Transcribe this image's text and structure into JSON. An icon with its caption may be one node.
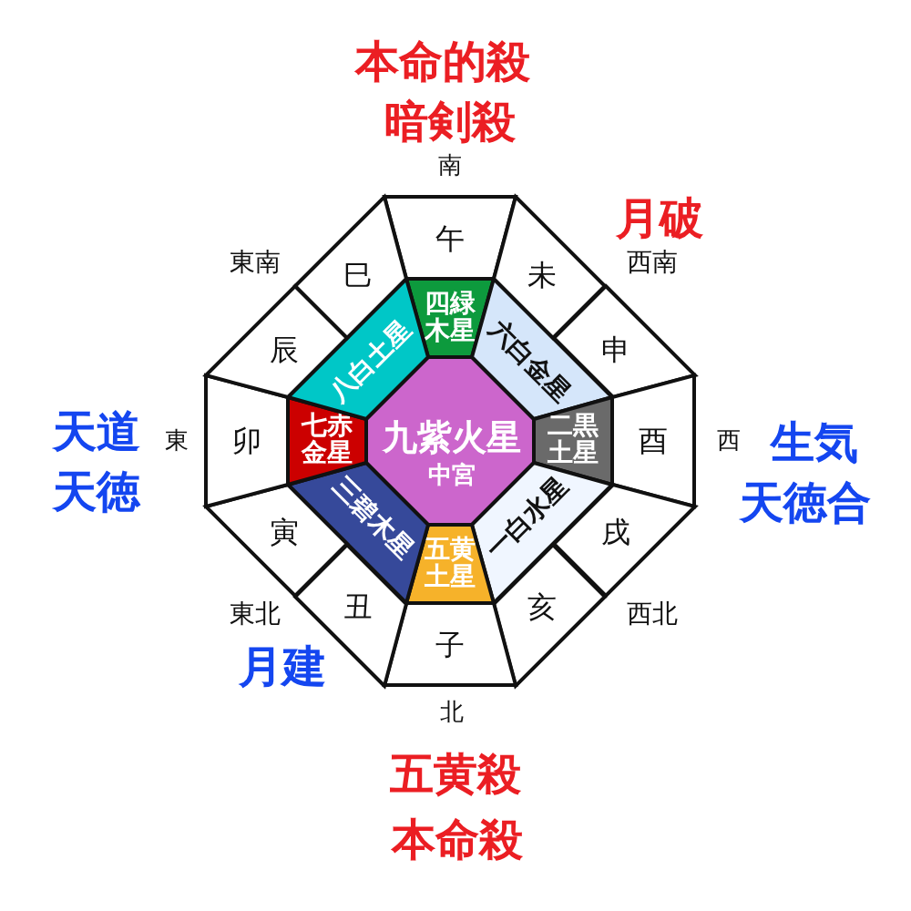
{
  "diagram": {
    "nodes": [
      {
        "text": [
          "九紫火星",
          "中宮"
        ]
      },
      {
        "text": [
          "四緑木星"
        ]
      },
      {
        "text": [
          "六白金星"
        ]
      },
      {
        "text": [
          "二黒土星"
        ]
      },
      {
        "text": [
          "一白水星"
        ]
      },
      {
        "text": [
          "五黄土星"
        ]
      },
      {
        "text": [
          "三碧木星"
        ]
      },
      {
        "text": [
          "七赤金星"
        ]
      },
      {
        "text": [
          "八白土星"
        ]
      },
      {
        "text": [
          "午"
        ]
      },
      {
        "text": [
          "未"
        ]
      },
      {
        "text": [
          "申"
        ]
      },
      {
        "text": [
          "酉"
        ]
      },
      {
        "text": [
          "戌"
        ]
      },
      {
        "text": [
          "亥"
        ]
      },
      {
        "text": [
          "子"
        ]
      },
      {
        "text": [
          "丑"
        ]
      },
      {
        "text": [
          "寅"
        ]
      },
      {
        "text": [
          "卯"
        ]
      },
      {
        "text": [
          "辰"
        ]
      },
      {
        "text": [
          "巳"
        ]
      }
    ],
    "labels": [
      "本命的殺",
      "暗剣殺",
      "南",
      "月破",
      "東南",
      "西南",
      "天道",
      "東",
      "西",
      "生気",
      "天徳",
      "天徳合",
      "東北",
      "西北",
      "月建",
      "北",
      "五黄殺",
      "本命殺"
    ]
  }
}
